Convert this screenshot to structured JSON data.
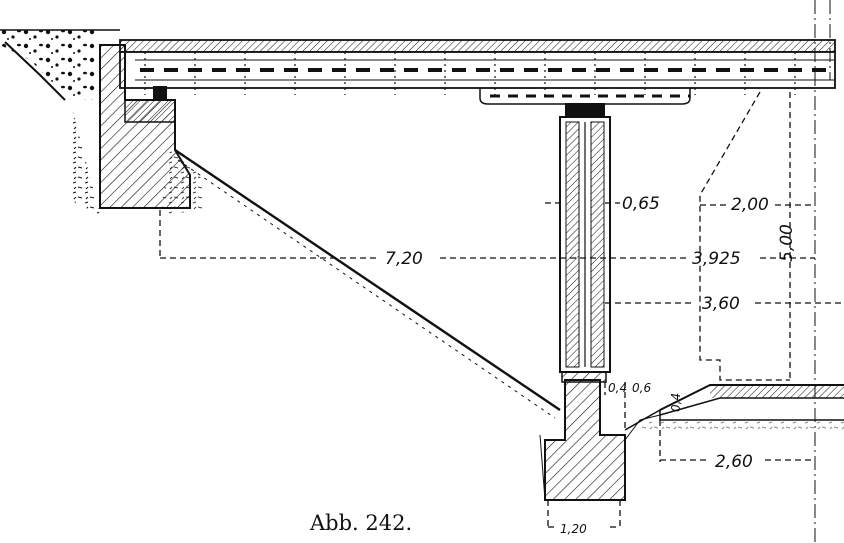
{
  "caption": "Abb. 242.",
  "dimensions": {
    "pier_width": "0,65",
    "span_left": "7,20",
    "span_right": "3,925",
    "clear_width": "3,60",
    "top_offset": "2,00",
    "height": "5,00",
    "curb_a": "0,4",
    "curb_b": "0,6",
    "curb_c": "0,4",
    "road_width": "2,60",
    "footing_width": "1,20"
  },
  "colors": {
    "ink": "#111111",
    "paper": "#ffffff"
  }
}
